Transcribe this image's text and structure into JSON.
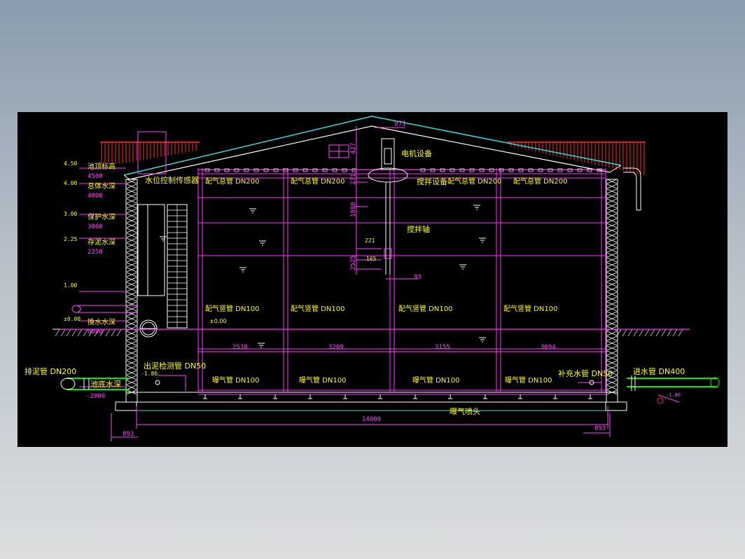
{
  "colors": {
    "background": "#000000",
    "wall": "#ffffff",
    "pipe": "#ff33ff",
    "label": "#ffff00",
    "dimension": "#ff44ff",
    "roof": "#33dddd",
    "eave": "#ff3030",
    "inlet_pipe": "#00ee00"
  },
  "roof_labels": {
    "motor": "电机设备",
    "mixer": "搅拌设备",
    "shaft": "搅拌轴",
    "dim_top": "971"
  },
  "left_levels": [
    {
      "mark": "4.50",
      "label": "池顶标高",
      "value": "4500"
    },
    {
      "mark": "4.00",
      "label": "总体水深",
      "value": "4000"
    },
    {
      "mark": "3.00",
      "label": "保护水深",
      "value": "3000"
    },
    {
      "mark": "2.25",
      "label": "存泥水深",
      "value": "2250"
    },
    {
      "mark": "1.00",
      "label": "",
      "value": ""
    },
    {
      "mark": "±0.00",
      "label": "換水水深",
      "value": "0000"
    }
  ],
  "sensor_label": "水位控制传感器",
  "ground_mark": "±0.00",
  "header_pipes": [
    "配气总管 DN200",
    "配气总管 DN200",
    "配气总管 DN200",
    "配气总管 DN200"
  ],
  "riser_pipes": [
    "配气竖管 DN100",
    "配气竖管 DN100",
    "配气竖管 DN100",
    "配气竖管 DN100"
  ],
  "aeration_pipes": [
    "曝气管 DN100",
    "曝气管 DN100",
    "曝气管 DN100",
    "曝气管 DN100"
  ],
  "nozzle_label": "曝气喷头",
  "bay_dims": [
    "2538",
    "3209",
    "3155",
    "3094"
  ],
  "vertical_dims": [
    "1980",
    "221",
    "165",
    "93",
    "427",
    "271",
    "2525"
  ],
  "left_pipes": {
    "sludge_pipe": "排泥管 DN200",
    "sludge_check": "出泥检测管 DN50",
    "sludge_mark": "-1.80",
    "bottom_label": "池底水深",
    "bottom_value": "-2000"
  },
  "right_pipes": {
    "makeup": "补充水管 DN50",
    "inlet": "进水管 DN400",
    "inlet_mark": "-1.80"
  },
  "bottom_dims": {
    "total": "14000",
    "left_offset": "893",
    "right_offset": "893"
  }
}
